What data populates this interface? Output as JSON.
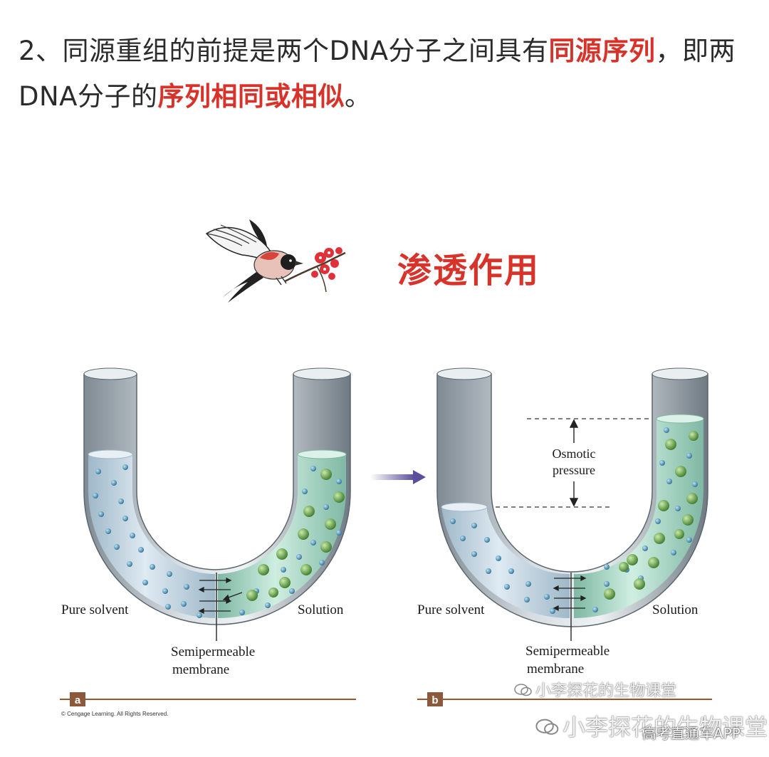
{
  "intro": {
    "part1": "2、同源重组的前提是两个DNA分子之间具有",
    "hl1": "同源序列",
    "part2": "，即两DNA分子的",
    "hl2": "序列相同或相似",
    "part3": "。"
  },
  "section_title": "渗透作用",
  "panel_a": {
    "letter": "a",
    "left_label": "Pure solvent",
    "right_label": "Solution",
    "membrane_label_1": "Semipermeable",
    "membrane_label_2": "membrane"
  },
  "panel_b": {
    "letter": "b",
    "left_label": "Pure solvent",
    "right_label": "Solution",
    "membrane_label_1": "Semipermeable",
    "membrane_label_2": "membrane",
    "pressure_label_1": "Osmotic",
    "pressure_label_2": "pressure"
  },
  "copyright": "© Cengage Learning. All Rights Reserved.",
  "watermark_small": "小李探花的生物课堂",
  "watermark_large": "小李探花的生物课堂",
  "watermark_app": "高考直通车APP",
  "colors": {
    "accent_red": "#d8332a",
    "solvent_blue": "#c7dcea",
    "solution_green": "#a8d6c2",
    "arrow_purple": "#5a4f9a"
  }
}
